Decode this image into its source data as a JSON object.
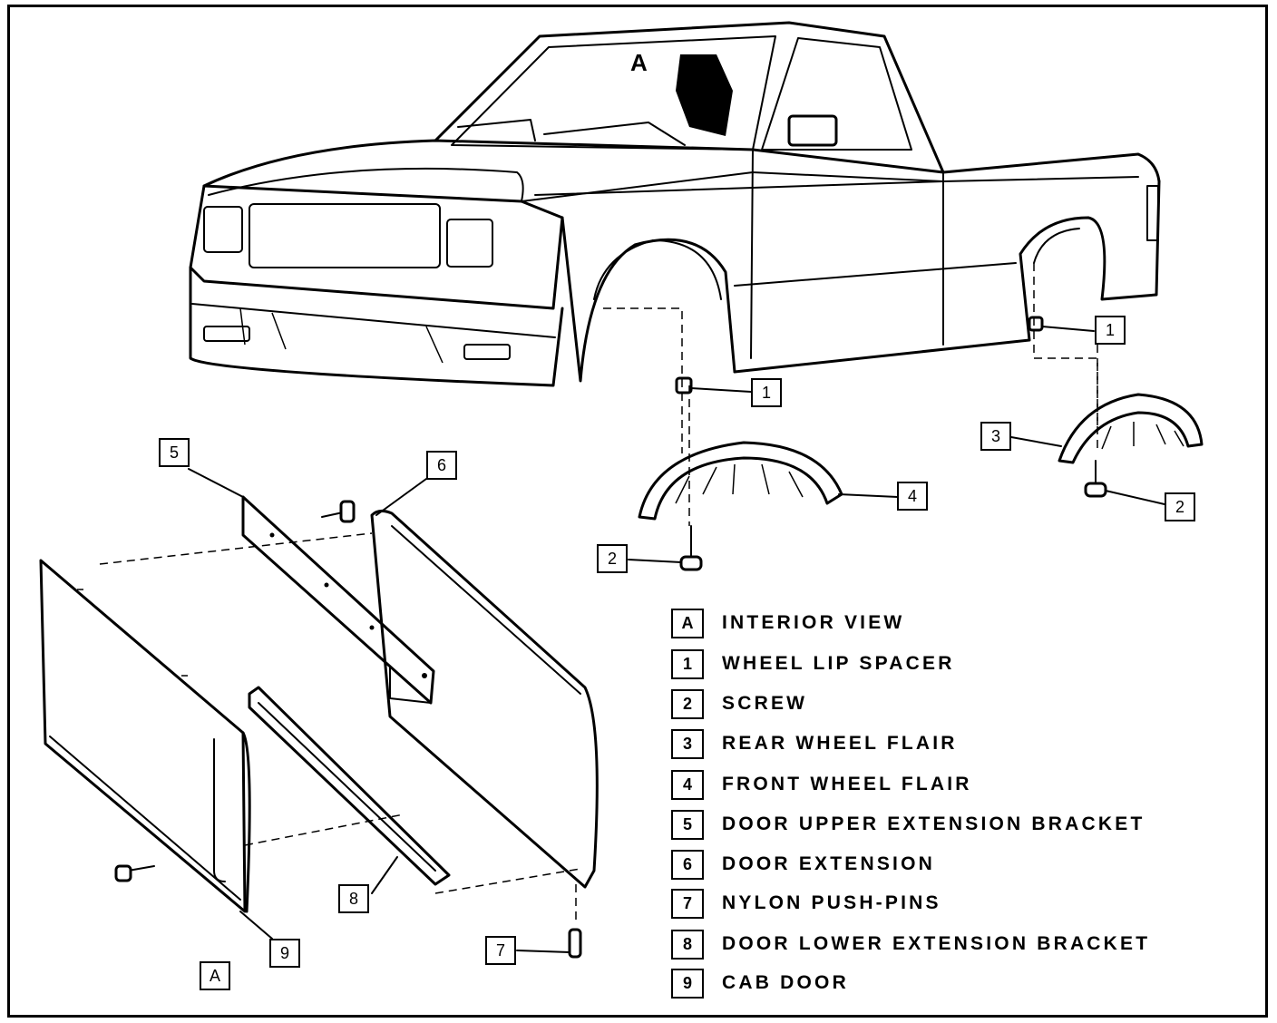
{
  "interior_view_label": "A",
  "legend": [
    {
      "key": "A",
      "label": "INTERIOR VIEW"
    },
    {
      "key": "1",
      "label": "WHEEL LIP SPACER"
    },
    {
      "key": "2",
      "label": "SCREW"
    },
    {
      "key": "3",
      "label": "REAR WHEEL FLAIR"
    },
    {
      "key": "4",
      "label": "FRONT WHEEL FLAIR"
    },
    {
      "key": "5",
      "label": "DOOR UPPER EXTENSION BRACKET"
    },
    {
      "key": "6",
      "label": "DOOR EXTENSION"
    },
    {
      "key": "7",
      "label": "NYLON PUSH-PINS"
    },
    {
      "key": "8",
      "label": "DOOR LOWER EXTENSION BRACKET"
    },
    {
      "key": "9",
      "label": "CAB DOOR"
    }
  ],
  "callouts": {
    "front_spacer": "1",
    "rear_spacer": "1",
    "rear_flair": "3",
    "front_flair": "4",
    "front_screw": "2",
    "rear_screw": "2",
    "upper_bracket": "5",
    "door_extension": "6",
    "lower_bracket": "8",
    "push_pin": "7",
    "cab_door": "9",
    "view_a": "A"
  }
}
